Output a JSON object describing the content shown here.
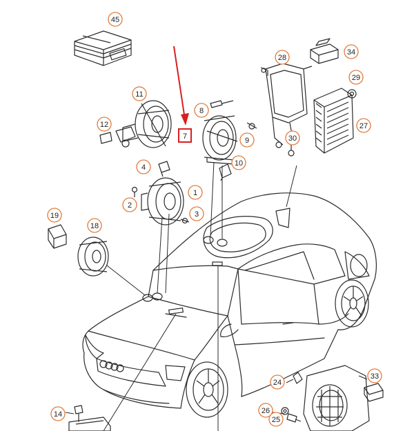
{
  "diagram": {
    "colors": {
      "line": "#2a2a2a",
      "callout_circle": "#e07a3a",
      "highlight": "#d81f1f",
      "background": "#ffffff"
    },
    "parts": [
      {
        "id": "p45",
        "label": "45"
      },
      {
        "id": "p34",
        "label": "34"
      },
      {
        "id": "p28",
        "label": "28"
      },
      {
        "id": "p29",
        "label": "29"
      },
      {
        "id": "p11",
        "label": "11"
      },
      {
        "id": "p8",
        "label": "8"
      },
      {
        "id": "p12",
        "label": "12"
      },
      {
        "id": "p7",
        "label": "7"
      },
      {
        "id": "p9",
        "label": "9"
      },
      {
        "id": "p27",
        "label": "27"
      },
      {
        "id": "p30",
        "label": "30"
      },
      {
        "id": "p10",
        "label": "10"
      },
      {
        "id": "p4",
        "label": "4"
      },
      {
        "id": "p1",
        "label": "1"
      },
      {
        "id": "p2",
        "label": "2"
      },
      {
        "id": "p3",
        "label": "3"
      },
      {
        "id": "p19",
        "label": "19"
      },
      {
        "id": "p18",
        "label": "18"
      },
      {
        "id": "p24",
        "label": "24"
      },
      {
        "id": "p33",
        "label": "33"
      },
      {
        "id": "p26",
        "label": "26"
      },
      {
        "id": "p25",
        "label": "25"
      },
      {
        "id": "p14",
        "label": "14"
      }
    ],
    "highlighted_part": "7"
  }
}
